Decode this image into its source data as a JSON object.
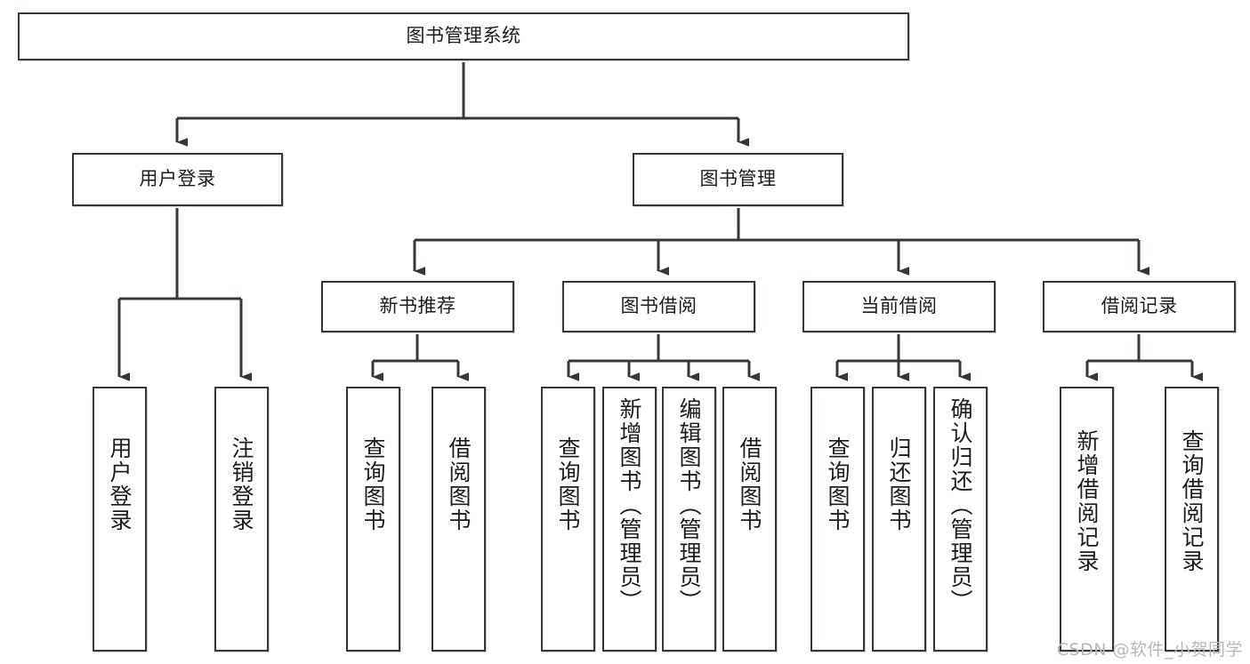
{
  "diagram": {
    "title": "图书管理系统",
    "type": "tree-hierarchy",
    "root": {
      "label": "图书管理系统"
    },
    "level1": [
      {
        "label": "用户登录"
      },
      {
        "label": "图书管理"
      }
    ],
    "level2": [
      {
        "label": "新书推荐",
        "parent": "图书管理"
      },
      {
        "label": "图书借阅",
        "parent": "图书管理"
      },
      {
        "label": "当前借阅",
        "parent": "图书管理"
      },
      {
        "label": "借阅记录",
        "parent": "图书管理"
      }
    ],
    "leaves": [
      {
        "label": "用户登录",
        "parent": "用户登录"
      },
      {
        "label": "注销登录",
        "parent": "用户登录"
      },
      {
        "label": "查询图书",
        "parent": "新书推荐"
      },
      {
        "label": "借阅图书",
        "parent": "新书推荐"
      },
      {
        "label": "查询图书",
        "parent": "图书借阅"
      },
      {
        "label": "新增图书（管理员）",
        "parent": "图书借阅"
      },
      {
        "label": "编辑图书（管理员）",
        "parent": "图书借阅"
      },
      {
        "label": "借阅图书",
        "parent": "图书借阅"
      },
      {
        "label": "查询图书",
        "parent": "当前借阅"
      },
      {
        "label": "归还图书",
        "parent": "当前借阅"
      },
      {
        "label": "确认归还（管理员）",
        "parent": "当前借阅"
      },
      {
        "label": "新增借阅记录",
        "parent": "借阅记录"
      },
      {
        "label": "查询借阅记录",
        "parent": "借阅记录"
      }
    ],
    "watermark": "CSDN @软件_小贺同学",
    "colors": {
      "border": "#33383d",
      "background": "#ffffff",
      "text": "#1c1c1c",
      "watermark": "#b8b8b8"
    }
  }
}
